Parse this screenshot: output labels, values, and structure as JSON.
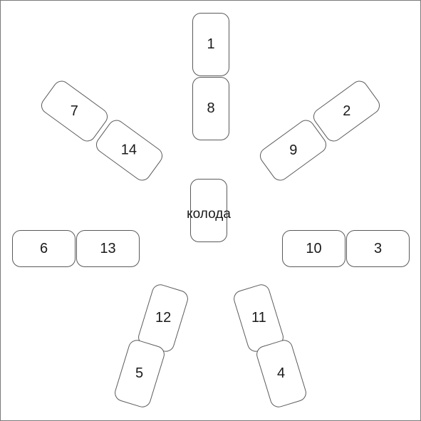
{
  "deck": {
    "label": "колода"
  },
  "cards": {
    "c1": "1",
    "c2": "2",
    "c3": "3",
    "c4": "4",
    "c5": "5",
    "c6": "6",
    "c7": "7",
    "c8": "8",
    "c9": "9",
    "c10": "10",
    "c11": "11",
    "c12": "12",
    "c13": "13",
    "c14": "14"
  }
}
